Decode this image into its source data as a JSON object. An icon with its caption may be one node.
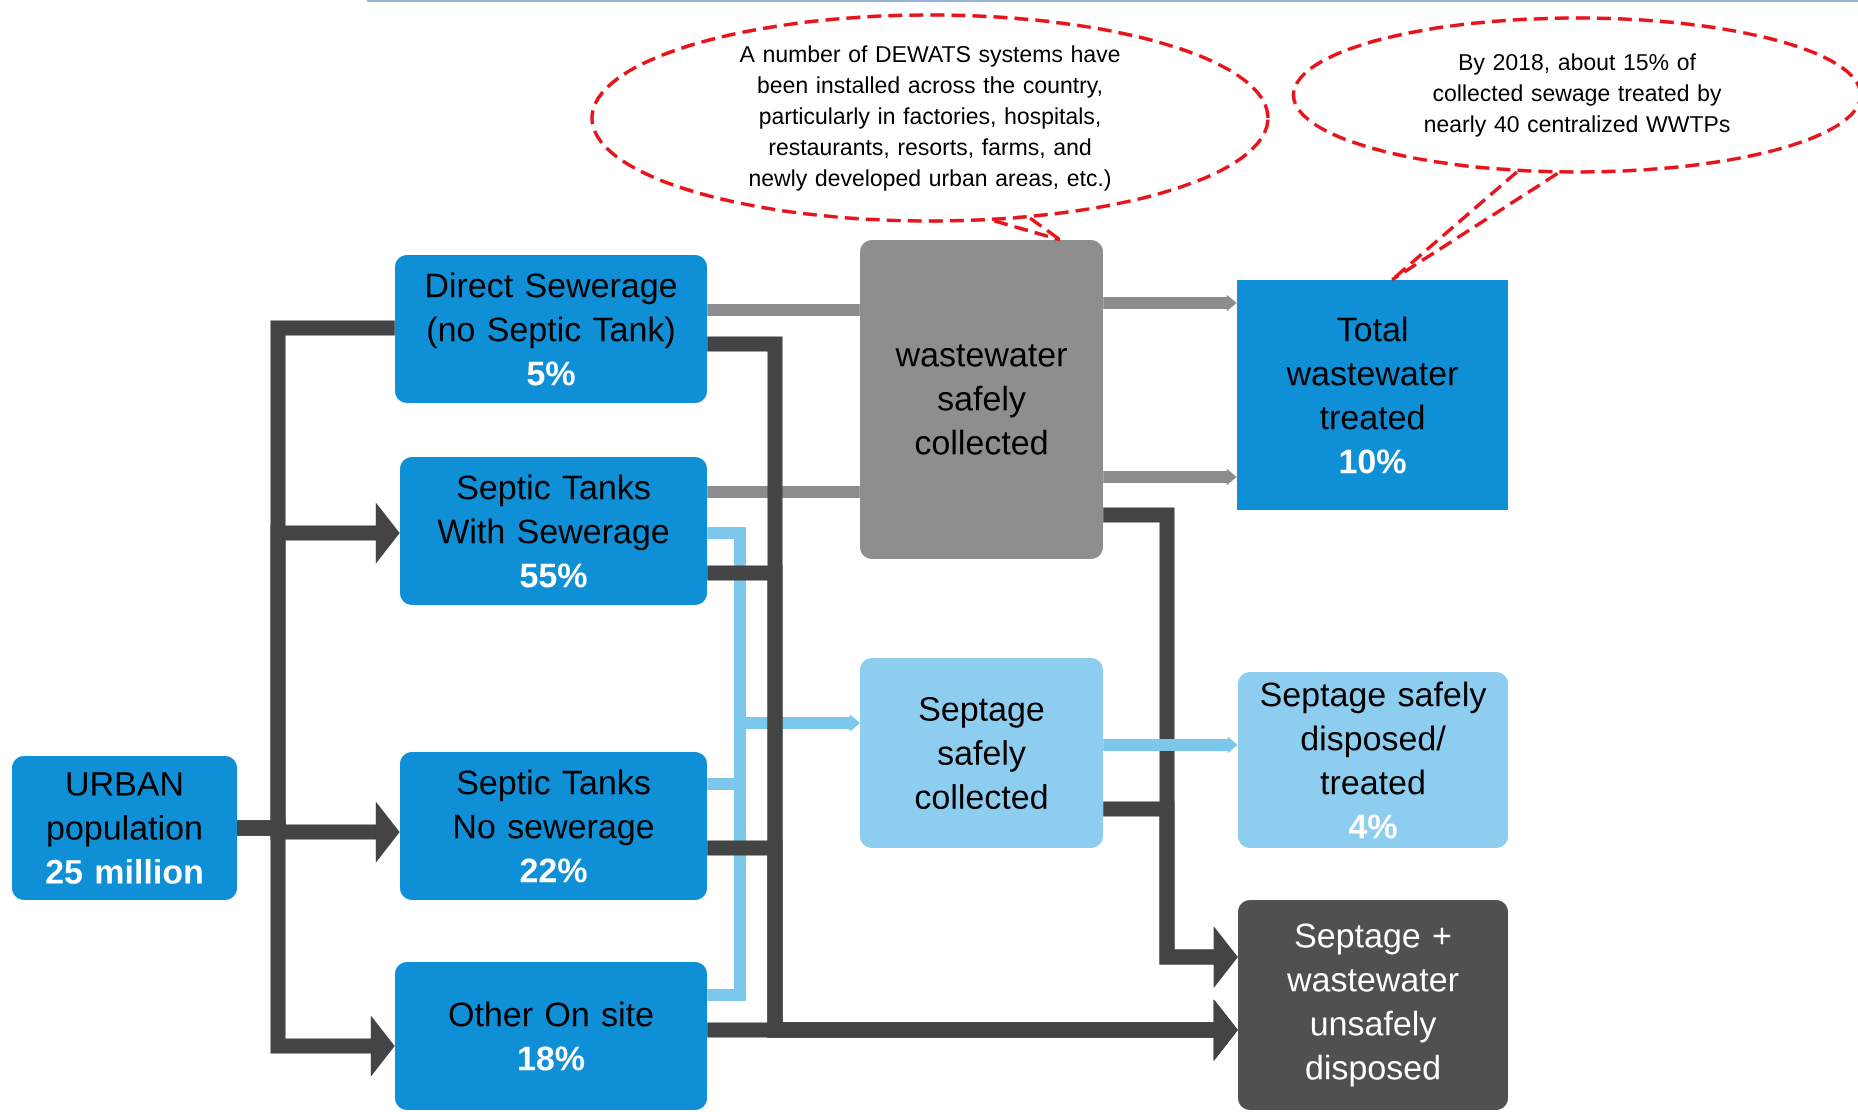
{
  "diagram": {
    "nodes": [
      {
        "text": [
          "URBAN population",
          "25 million"
        ]
      },
      {
        "text": [
          "Direct Sewerage (no Septic Tank)",
          "5%"
        ]
      },
      {
        "text": [
          "Septic Tanks With Sewerage",
          "55%"
        ]
      },
      {
        "text": [
          "Septic Tanks No sewerage",
          "22%"
        ]
      },
      {
        "text": [
          "Other On site",
          "18%"
        ]
      },
      {
        "text": [
          "wastewater safely collected"
        ]
      },
      {
        "text": [
          "Septage safely collected"
        ]
      },
      {
        "text": [
          "Total wastewater treated",
          "10%"
        ]
      },
      {
        "text": [
          "Septage safely disposed/ treated",
          "4%"
        ]
      },
      {
        "text": [
          "Septage + wastewater unsafely disposed"
        ]
      },
      {
        "text": [
          "A number of DEWATS systems have been installed across the country, particularly in factories, hospitals, restaurants, resorts, farms, and newly developed urban areas, etc.)"
        ]
      },
      {
        "text": [
          "By 2018, about 15% of collected sewage treated by nearly 40 centralized WWTPs"
        ]
      }
    ],
    "edges": [
      {
        "from": 0,
        "to": 1,
        "arrow": "none"
      },
      {
        "from": 0,
        "to": 2,
        "arrow": "to"
      },
      {
        "from": 0,
        "to": 3,
        "arrow": "to"
      },
      {
        "from": 0,
        "to": 4,
        "arrow": "to"
      },
      {
        "from": 1,
        "to": 5,
        "arrow": "none",
        "color": "#8c8c8c"
      },
      {
        "from": 2,
        "to": 5,
        "arrow": "none",
        "color": "#8c8c8c"
      },
      {
        "from": 2,
        "to": 6,
        "arrow": "to",
        "color": "#7cc8ec"
      },
      {
        "from": 3,
        "to": 6,
        "arrow": "to",
        "color": "#7cc8ec"
      },
      {
        "from": 4,
        "to": 6,
        "arrow": "to",
        "color": "#7cc8ec"
      },
      {
        "from": 1,
        "to": 9,
        "arrow": "to"
      },
      {
        "from": 2,
        "to": 9,
        "arrow": "to"
      },
      {
        "from": 3,
        "to": 9,
        "arrow": "to"
      },
      {
        "from": 4,
        "to": 9,
        "arrow": "to"
      },
      {
        "from": 5,
        "to": 7,
        "arrow": "to",
        "color": "#8c8c8c"
      },
      {
        "from": 5,
        "to": 7,
        "arrow": "to",
        "color": "#8c8c8c"
      },
      {
        "from": 5,
        "to": 9,
        "arrow": "to"
      },
      {
        "from": 6,
        "to": 8,
        "arrow": "to",
        "color": "#7cc8ec"
      },
      {
        "from": 6,
        "to": 9,
        "arrow": "to"
      },
      {
        "from": 10,
        "to": 5,
        "arrow": "none",
        "style": "dashed",
        "color": "#e8141b"
      },
      {
        "from": 11,
        "to": 7,
        "arrow": "none",
        "style": "dashed",
        "color": "#e8141b"
      }
    ]
  }
}
